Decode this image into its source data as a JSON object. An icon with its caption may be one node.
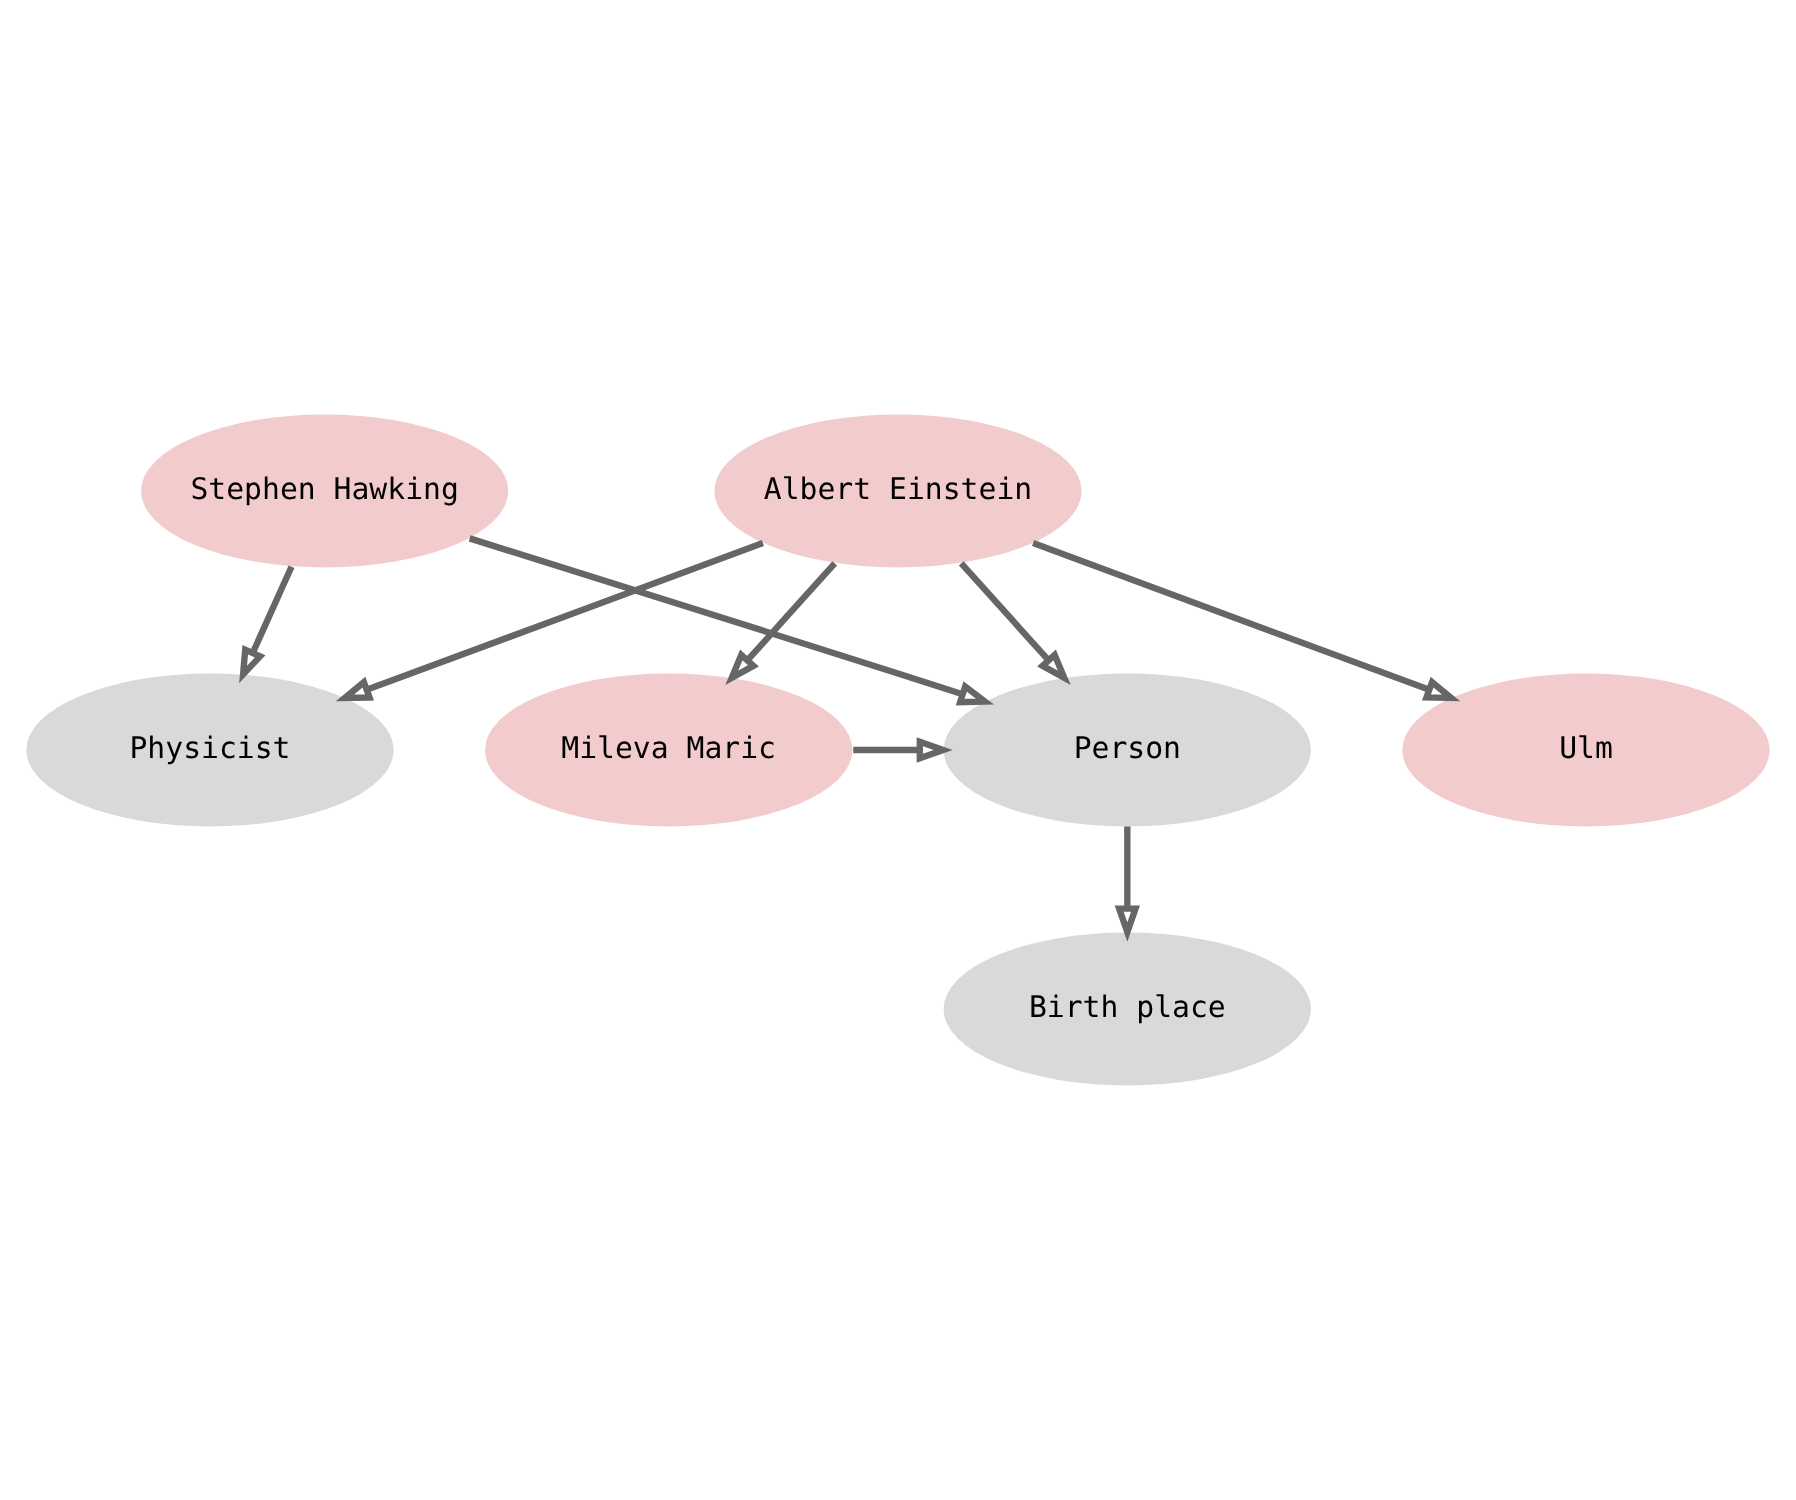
{
  "diagram": {
    "nodes": [
      {
        "text": [
          "Physicist"
        ]
      },
      {
        "text": [
          "Ulm"
        ]
      },
      {
        "text": [
          "Stephen Hawking"
        ]
      },
      {
        "text": [
          "Albert Einstein"
        ]
      },
      {
        "text": [
          "Person"
        ]
      },
      {
        "text": [
          "Mileva Maric"
        ]
      },
      {
        "text": [
          "Birth place"
        ]
      }
    ],
    "edges": [
      {
        "from": 2,
        "to": 0,
        "arrow": "to"
      },
      {
        "from": 3,
        "to": 0,
        "arrow": "to"
      },
      {
        "from": 3,
        "to": 1,
        "arrow": "to"
      },
      {
        "from": 3,
        "to": 5,
        "arrow": "to"
      },
      {
        "from": 2,
        "to": 4,
        "arrow": "to"
      },
      {
        "from": 3,
        "to": 4,
        "arrow": "to"
      },
      {
        "from": 5,
        "to": 4,
        "arrow": "to"
      },
      {
        "from": 4,
        "to": 6,
        "arrow": "to"
      }
    ]
  }
}
